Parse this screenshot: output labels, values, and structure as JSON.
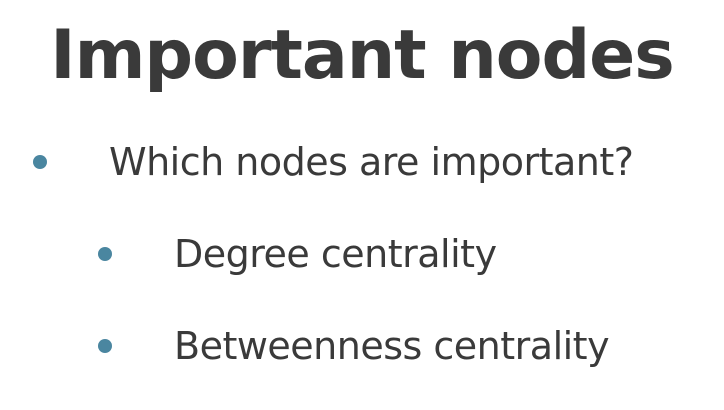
{
  "slide": {
    "title": "Important nodes",
    "bullet_color": "#4a86a0",
    "text_color": "#3a3a3a",
    "bullets": [
      {
        "level": 1,
        "text": "Which nodes are important?"
      },
      {
        "level": 2,
        "text": "Degree centrality"
      },
      {
        "level": 2,
        "text": "Betweenness centrality"
      }
    ]
  }
}
